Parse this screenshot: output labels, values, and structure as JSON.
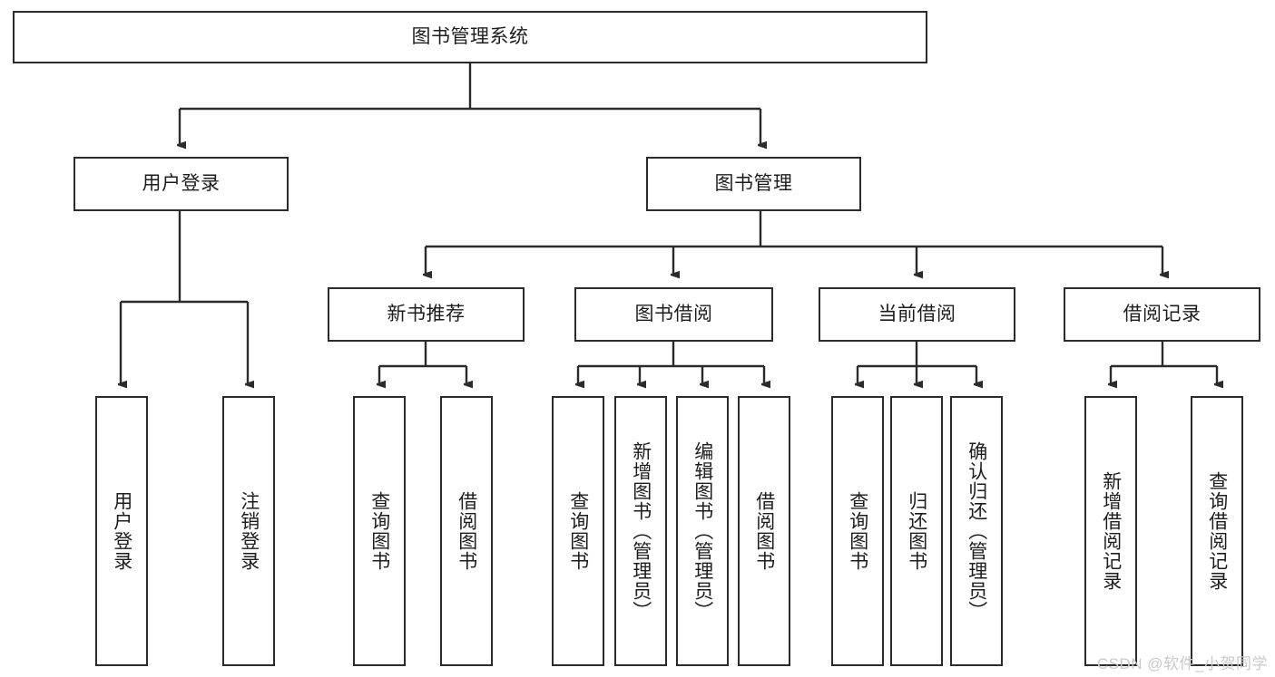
{
  "diagram": {
    "type": "tree-hierarchy",
    "title": "图书管理系统",
    "watermark": "CSDN @软件_小贺同学",
    "colors": {
      "stroke": "#2b2b2b",
      "fill": "#ffffff",
      "text": "#1d1d1d",
      "watermark": "#c9c9c9"
    },
    "nodes": {
      "root": {
        "label": "图书管理系统",
        "level": 0
      },
      "level1": [
        {
          "id": "user-login",
          "label": "用户登录"
        },
        {
          "id": "book-manage",
          "label": "图书管理"
        }
      ],
      "level2": [
        {
          "id": "new-book-recommend",
          "label": "新书推荐",
          "parent": "book-manage"
        },
        {
          "id": "book-borrow",
          "label": "图书借阅",
          "parent": "book-manage"
        },
        {
          "id": "current-borrow",
          "label": "当前借阅",
          "parent": "book-manage"
        },
        {
          "id": "borrow-record",
          "label": "借阅记录",
          "parent": "book-manage"
        }
      ],
      "leaves": [
        {
          "id": "leaf-user-login",
          "label": "用户登录",
          "parent": "user-login"
        },
        {
          "id": "leaf-user-logout",
          "label": "注销登录",
          "parent": "user-login"
        },
        {
          "id": "leaf-query-book-1",
          "label": "查询图书",
          "parent": "new-book-recommend"
        },
        {
          "id": "leaf-borrow-book-1",
          "label": "借阅图书",
          "parent": "new-book-recommend"
        },
        {
          "id": "leaf-query-book-2",
          "label": "查询图书",
          "parent": "book-borrow"
        },
        {
          "id": "leaf-add-book",
          "label": "新增图书（管理员）",
          "parent": "book-borrow"
        },
        {
          "id": "leaf-edit-book",
          "label": "编辑图书（管理员）",
          "parent": "book-borrow"
        },
        {
          "id": "leaf-borrow-book-2",
          "label": "借阅图书",
          "parent": "book-borrow"
        },
        {
          "id": "leaf-query-book-3",
          "label": "查询图书",
          "parent": "current-borrow"
        },
        {
          "id": "leaf-return-book",
          "label": "归还图书",
          "parent": "current-borrow"
        },
        {
          "id": "leaf-confirm-return",
          "label": "确认归还（管理员）",
          "parent": "current-borrow"
        },
        {
          "id": "leaf-add-record",
          "label": "新增借阅记录",
          "parent": "borrow-record"
        },
        {
          "id": "leaf-query-record",
          "label": "查询借阅记录",
          "parent": "borrow-record"
        }
      ]
    }
  }
}
